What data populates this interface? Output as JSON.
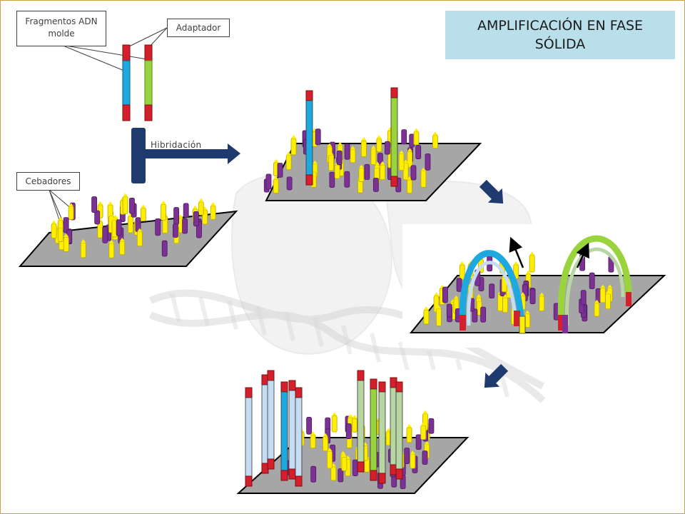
{
  "title": "AMPLIFICACIÓN EN FASE SÓLIDA",
  "labels": {
    "fragments": "Fragmentos ADN molde",
    "adapter": "Adaptador",
    "primers": "Cebadores",
    "hybridization": "Hibridación"
  },
  "colors": {
    "template_a": "#1ea8e0",
    "template_b": "#9ad43c",
    "adapter": "#d61f2c",
    "primer_yellow": "#ffee00",
    "primer_purple": "#7b3294",
    "surface": "#a6a6a6",
    "arrow": "#1f3a6e",
    "title_bg": "#b9dfea",
    "copy_light_blue": "#c5dcf2",
    "copy_light_green": "#b8d6a4"
  },
  "stages": [
    "template-fragments",
    "primer-surface",
    "hybridization",
    "bridge-amplification",
    "clusters"
  ]
}
